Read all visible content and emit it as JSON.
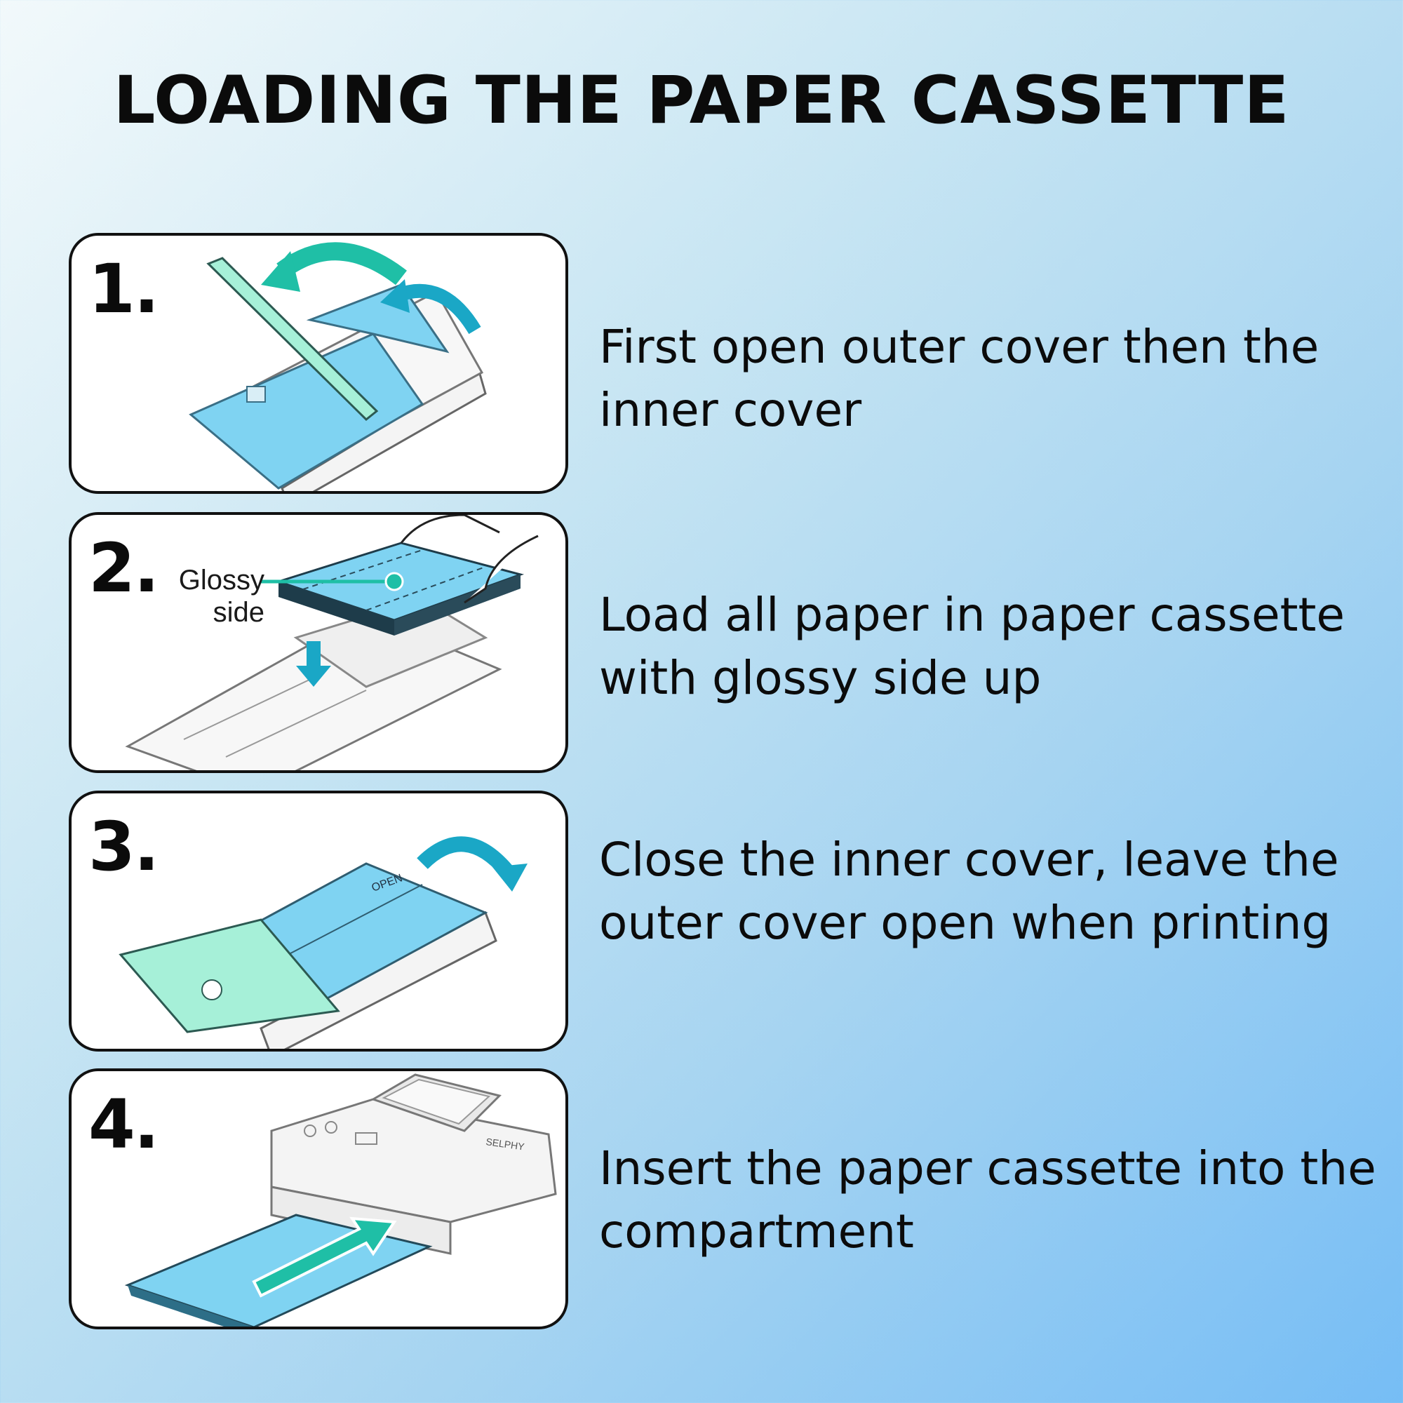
{
  "title": "LOADING THE PAPER CASSETTE",
  "colors": {
    "teal": "#1fbfa6",
    "cyan_blue": "#1aa7c6",
    "paper_blue": "#7fd3f2",
    "mint": "#a6f0d8"
  },
  "steps": [
    {
      "number": "1.",
      "text": "First open outer cover then the inner cover",
      "icon": "open-covers-illustration"
    },
    {
      "number": "2.",
      "text": "Load all paper in paper cassette with glossy side up",
      "label_line1": "Glossy",
      "label_line2": "side",
      "icon": "load-paper-illustration"
    },
    {
      "number": "3.",
      "text": "Close the inner cover, leave the outer cover open when printing",
      "cassette_label": "OPEN",
      "icon": "close-inner-cover-illustration"
    },
    {
      "number": "4.",
      "text": "Insert the paper cassette into the compartment",
      "printer_brand": "SELPHY",
      "icon": "insert-cassette-illustration"
    }
  ]
}
